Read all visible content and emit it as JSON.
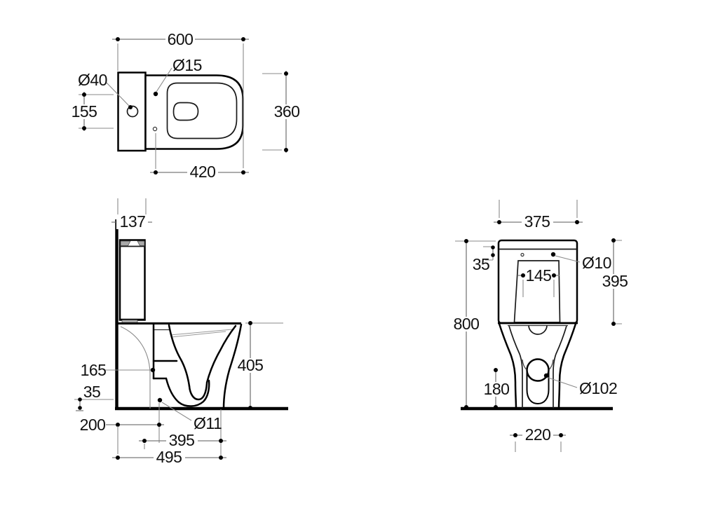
{
  "drawing": {
    "background": "#ffffff",
    "colors": {
      "outline": "#000000",
      "dimension_line": "#7a7a7a",
      "text": "#111111",
      "shading": "#a9a9a9"
    },
    "views": {
      "top": {
        "width": "600",
        "seat_hinge_hole": "Ø15",
        "supply_hole": "Ø40",
        "hinge_hole_spacing": "155",
        "bowl_width": "360",
        "bowl_depth": "420"
      },
      "side": {
        "tank_depth": "137",
        "rear_fixing_height": "165",
        "floor_offset": "35",
        "outlet_to_wall": "200",
        "fixing_span": "395",
        "overall_depth": "495",
        "rim_height": "405",
        "fixing_hole": "Ø11"
      },
      "front": {
        "tank_width": "375",
        "lid_to_hole": "35",
        "tank_hole": "Ø10",
        "tank_hole_spacing": "145",
        "tank_height": "395",
        "overall_height": "800",
        "outlet_height": "180",
        "outlet_diameter": "Ø102",
        "base_width": "220"
      }
    }
  }
}
